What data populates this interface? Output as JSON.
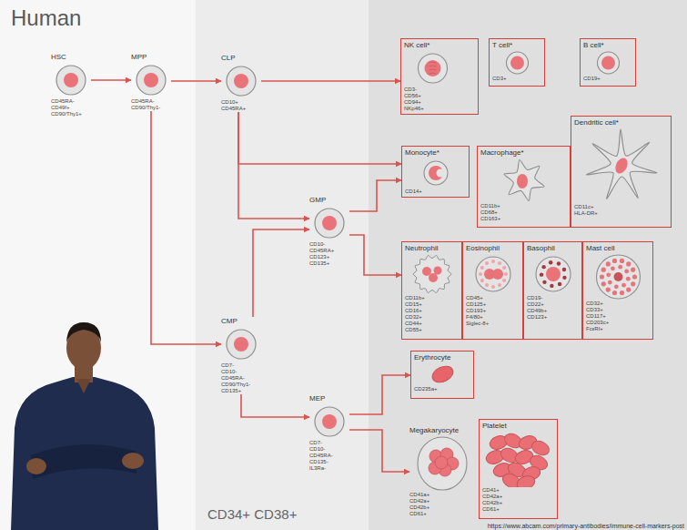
{
  "diagram": {
    "title": "Human",
    "nodes": [
      {
        "text": [
          "HSC",
          "CD45RA- CD49f+ CD90/Thy1+"
        ]
      },
      {
        "text": [
          "MPP",
          "CD45RA- CD90/Thy1-"
        ]
      },
      {
        "text": [
          "CLP",
          "CD10+ CD45RA+"
        ]
      },
      {
        "text": [
          "NK cell*",
          "CD3- CD56+ CD94+ NKp46+"
        ]
      },
      {
        "text": [
          "T cell*",
          "CD3+"
        ]
      },
      {
        "text": [
          "B cell*",
          "CD19+"
        ]
      },
      {
        "text": [
          "Monocyte*",
          "CD14+"
        ]
      },
      {
        "text": [
          "Macrophage*",
          "CD11b+ CD68+ CD163+"
        ]
      },
      {
        "text": [
          "Dendritic cell*",
          "CD11c+ HLA-DR+"
        ]
      },
      {
        "text": [
          "GMP",
          "CD10- CD45RA+ CD123+ CD135+"
        ]
      },
      {
        "text": [
          "Neutrophil",
          "CD11b+ CD15+ CD16+ CD32+ CD44+ CD55+"
        ]
      },
      {
        "text": [
          "Eosinophil",
          "CD45+ CD125+ CD193+ F4/80+ Siglec-8+"
        ]
      },
      {
        "text": [
          "Basophil",
          "CD19- CD22+ CD49b+ CD123+"
        ]
      },
      {
        "text": [
          "Mast cell",
          "CD32+ CD33+ CD117+ CD203c+ FcεRI+"
        ]
      },
      {
        "text": [
          "CMP",
          "CD7- CD10- CD45RA- CD90/Thy1- CD135+"
        ]
      },
      {
        "text": [
          "Erythrocyte",
          "CD235a+"
        ]
      },
      {
        "text": [
          "MEP",
          "CD7- CD10- CD45RA- CD135- IL3Ra-"
        ]
      },
      {
        "text": [
          "Megakaryocyte",
          "CD41a+ CD42a+ CD42b+ CD61+"
        ]
      },
      {
        "text": [
          "Platelet",
          "CD41+ CD42a+ CD42b+ CD61+"
        ]
      }
    ],
    "edges": [
      {
        "from": 0,
        "to": 1,
        "arrow": "to"
      },
      {
        "from": 1,
        "to": 2,
        "arrow": "to"
      },
      {
        "from": 1,
        "to": 14,
        "arrow": "to"
      },
      {
        "from": 2,
        "to": 3,
        "arrow": "to"
      },
      {
        "from": 2,
        "to": 6,
        "arrow": "to"
      },
      {
        "from": 2,
        "to": 9,
        "arrow": "to"
      },
      {
        "from": 14,
        "to": 9,
        "arrow": "to"
      },
      {
        "from": 9,
        "to": 6,
        "arrow": "to"
      },
      {
        "from": 9,
        "to": 10,
        "arrow": "to"
      },
      {
        "from": 14,
        "to": 16,
        "arrow": "to"
      },
      {
        "from": 16,
        "to": 15,
        "arrow": "to"
      },
      {
        "from": 16,
        "to": 17,
        "arrow": "to"
      }
    ],
    "labels": [
      "CD34+ CD38+",
      "https://www.abcam.com/primary-antibodies/immune-cell-markers-post"
    ]
  }
}
